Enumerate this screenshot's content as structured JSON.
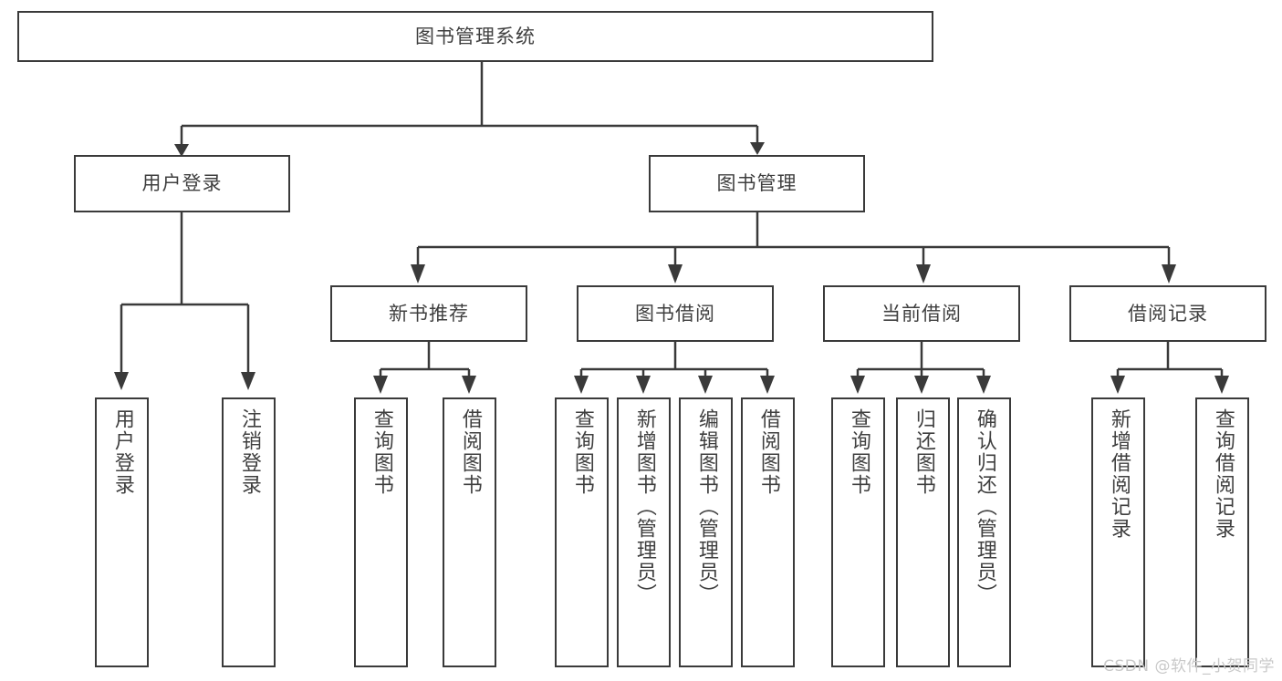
{
  "diagram": {
    "type": "tree-hierarchy",
    "title": "图书管理系统",
    "root": {
      "label": "图书管理系统"
    },
    "level2": [
      {
        "label": "用户登录"
      },
      {
        "label": "图书管理"
      }
    ],
    "level3": [
      {
        "label": "新书推荐"
      },
      {
        "label": "图书借阅"
      },
      {
        "label": "当前借阅"
      },
      {
        "label": "借阅记录"
      }
    ],
    "leaves": {
      "user_login": [
        {
          "label": "用户登录"
        },
        {
          "label": "注销登录"
        }
      ],
      "new_book_recommend": [
        {
          "label": "查询图书"
        },
        {
          "label": "借阅图书"
        }
      ],
      "book_borrow": [
        {
          "label": "查询图书"
        },
        {
          "label": "新增图书（管理员）"
        },
        {
          "label": "编辑图书（管理员）"
        },
        {
          "label": "借阅图书"
        }
      ],
      "current_borrow": [
        {
          "label": "查询图书"
        },
        {
          "label": "归还图书"
        },
        {
          "label": "确认归还（管理员）"
        }
      ],
      "borrow_record": [
        {
          "label": "新增借阅记录"
        },
        {
          "label": "查询借阅记录"
        }
      ]
    },
    "watermark": "CSDN @软件_小贺同学",
    "colors": {
      "stroke": "#3a3a3a",
      "text": "#3f3f3f",
      "background": "#ffffff",
      "watermark": "#c9c9c9"
    }
  }
}
